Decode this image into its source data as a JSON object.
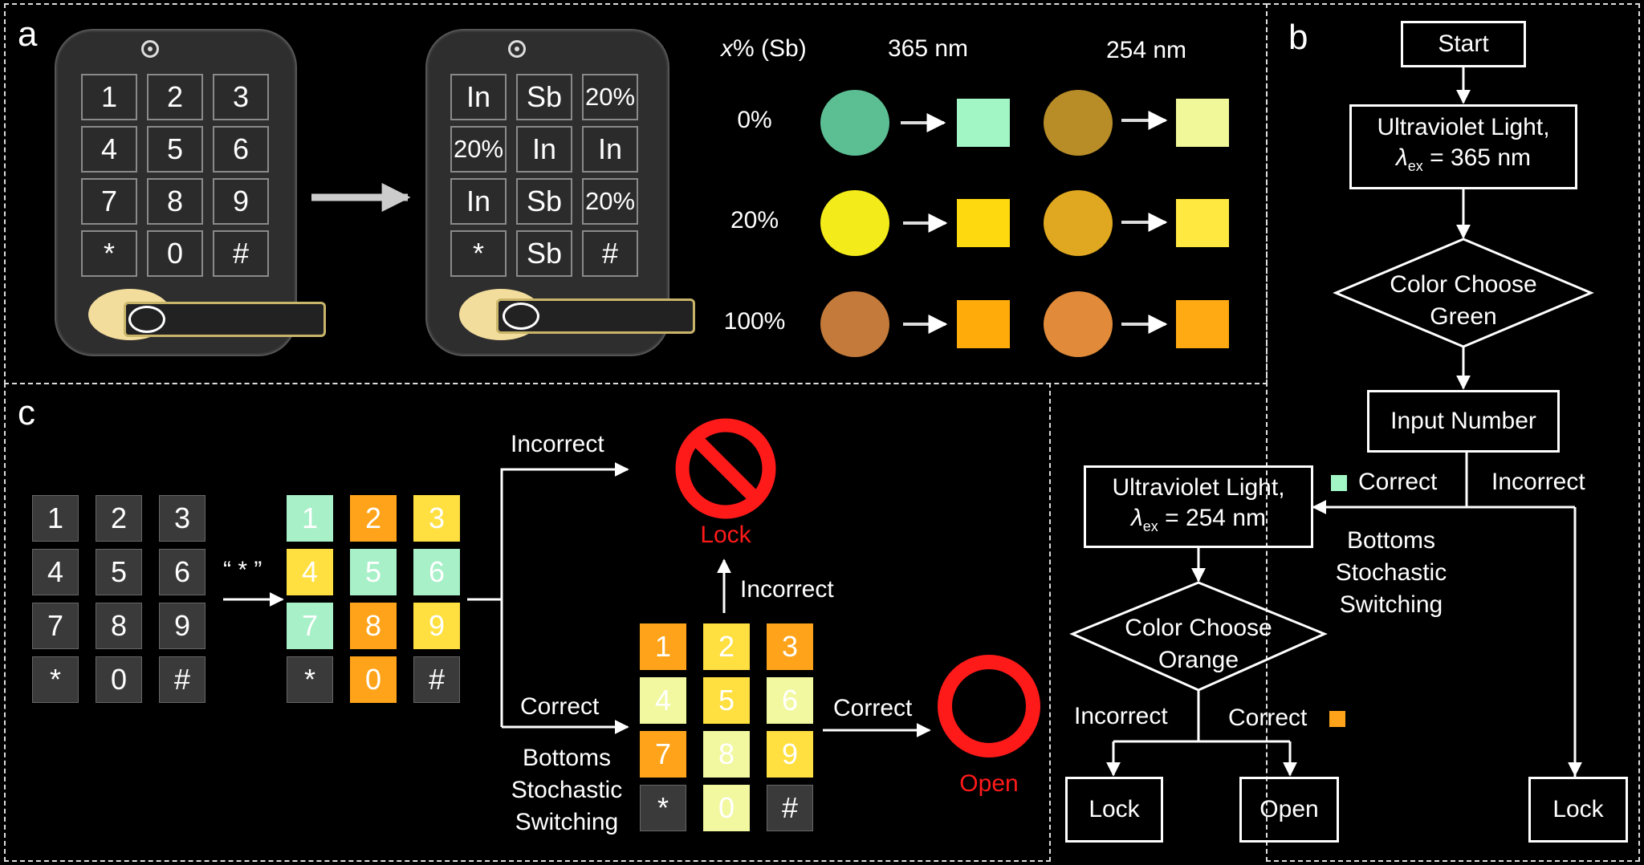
{
  "panels": {
    "a": "a",
    "b": "b",
    "c": "c"
  },
  "lock1": {
    "keys": [
      "1",
      "2",
      "3",
      "4",
      "5",
      "6",
      "7",
      "8",
      "9",
      "*",
      "0",
      "#"
    ]
  },
  "lock2": {
    "keys": [
      "In",
      "Sb",
      "20%",
      "20%",
      "In",
      "In",
      "In",
      "Sb",
      "20%",
      "*",
      "Sb",
      "#"
    ]
  },
  "samples": {
    "header_x": "x",
    "header_rest": "% (Sb)",
    "wl1": "365 nm",
    "wl2": "254 nm",
    "rows": [
      {
        "label": "0%",
        "c365_blob": "#5cbf94",
        "c365_sq": "#a2f5c5",
        "c254_blob": "#b88d28",
        "c254_sq": "#f1f89a"
      },
      {
        "label": "20%",
        "c365_blob": "#f4ec1a",
        "c365_sq": "#ffd90f",
        "c254_blob": "#e0a820",
        "c254_sq": "#ffe840"
      },
      {
        "label": "100%",
        "c365_blob": "#c47a3a",
        "c365_sq": "#ffab0a",
        "c254_blob": "#e08a3a",
        "c254_sq": "#ffaa12"
      }
    ]
  },
  "keypad_c1": {
    "keys": [
      "1",
      "2",
      "3",
      "4",
      "5",
      "6",
      "7",
      "8",
      "9",
      "*",
      "0",
      "#"
    ]
  },
  "keypad_c2": {
    "keys": [
      "1",
      "2",
      "3",
      "4",
      "5",
      "6",
      "7",
      "8",
      "9",
      "*",
      "0",
      "#"
    ],
    "colors": [
      "#a8f0c8",
      "#ffa41a",
      "#ffe040",
      "#ffe040",
      "#a8f0c8",
      "#a8f0c8",
      "#a8f0c8",
      "#ffa41a",
      "#ffe040",
      "#3a3a3a",
      "#ffa41a",
      "#3a3a3a"
    ]
  },
  "keypad_c3": {
    "keys": [
      "1",
      "2",
      "3",
      "4",
      "5",
      "6",
      "7",
      "8",
      "9",
      "*",
      "0",
      "#"
    ],
    "colors": [
      "#ffa41a",
      "#ffe040",
      "#ffa41a",
      "#f2f8a0",
      "#ffe040",
      "#f2f8a0",
      "#ffa41a",
      "#f2f8a0",
      "#ffe040",
      "#3a3a3a",
      "#f2f8a0",
      "#3a3a3a"
    ]
  },
  "panel_c": {
    "star_quote": "“ * ”",
    "incorrect_top": "Incorrect",
    "lock": "Lock",
    "incorrect_mid": "Incorrect",
    "correct_left": "Correct",
    "switching": [
      "Bottoms",
      "Stochastic",
      "Switching"
    ],
    "correct_right": "Correct",
    "open": "Open",
    "colors": {
      "red": "#ff1a1a"
    }
  },
  "flowchart": {
    "start": "Start",
    "uv365_l1": "Ultraviolet Light,",
    "uv365_l2_sym": "λ",
    "uv365_l2_sub": "ex",
    "uv365_l2_rest": " = 365 nm",
    "choose_green": [
      "Color Choose",
      "Green"
    ],
    "input_number": "Input Number",
    "uv254_l1": "Ultraviolet Light,",
    "uv254_l2_sym": "λ",
    "uv254_l2_sub": "ex",
    "uv254_l2_rest": " = 254 nm",
    "correct1": "Correct",
    "incorrect1": "Incorrect",
    "switching": [
      "Bottoms",
      "Stochastic",
      "Switching"
    ],
    "choose_orange": [
      "Color Choose",
      "Orange"
    ],
    "incorrect2": "Incorrect",
    "correct2": "Correct",
    "lock_a": "Lock",
    "open": "Open",
    "lock_b": "Lock",
    "colors": {
      "green": "#a2f5c5",
      "orange": "#ffa41a"
    }
  }
}
